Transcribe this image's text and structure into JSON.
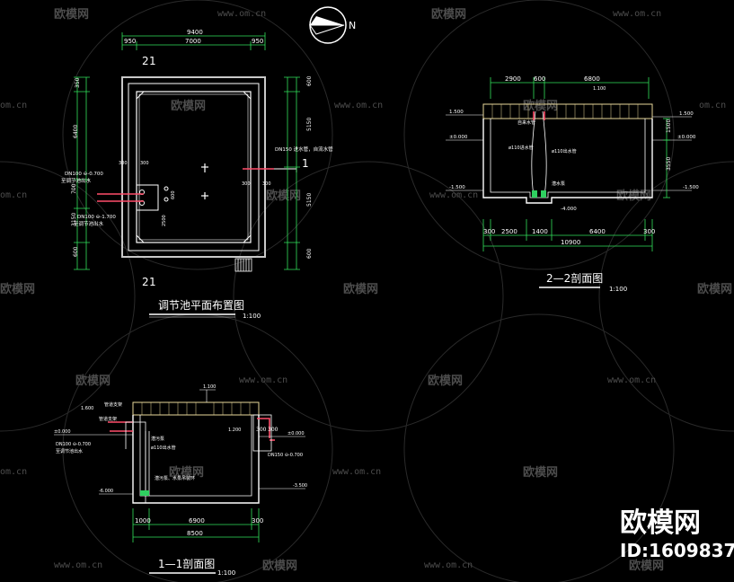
{
  "colors": {
    "background": "#000000",
    "outline": "#ffffff",
    "dimension": "#32e05a",
    "wall_outer": "#c9c9c9",
    "pipe": "#ff4d6a",
    "watermark": "#5a5a5a"
  },
  "watermark": {
    "brand": "欧模网",
    "url": "www.om.cn",
    "url_short": "om.cn",
    "big_brand": "欧模网",
    "id_label": "ID:1609837"
  },
  "north": {
    "label": "N"
  },
  "plan": {
    "title": "调节池平面布置图",
    "scale": "1:100",
    "section_mark_top": "2",
    "section_mark_bottom": "2",
    "section_mark_side": "1",
    "dims_top_total": "9400",
    "dims_top": [
      "950",
      "7000",
      "950"
    ],
    "dims_left": [
      "350",
      "6400",
      "700",
      "3150",
      "600"
    ],
    "dims_right": [
      "600",
      "5150",
      "5150",
      "600"
    ],
    "notes": [
      "DN100 ⊖-0.700",
      "至调节池出水",
      "DN100 ⊖-1.700",
      "至调节池出水",
      "DN150 进水管，自流水管"
    ],
    "inner_dims": [
      "300",
      "300",
      "600",
      "2500",
      "300",
      "300"
    ]
  },
  "section22": {
    "title": "2—2剖面图",
    "scale": "1:100",
    "dims_top": [
      "2900",
      "600",
      "6800"
    ],
    "dims_bottom": [
      "300",
      "2500",
      "1400",
      "6400",
      "300"
    ],
    "dims_bottom_total": "10900",
    "dims_right": [
      "1500",
      "3550"
    ],
    "levels": [
      "1.500",
      "±0.000",
      "-1.500",
      "1.500",
      "±0.000",
      "-1.500",
      "-4.000",
      "1.100"
    ],
    "notes": [
      "自来水管",
      "ø110进水管",
      "ø110出水管",
      "潜水泵"
    ]
  },
  "section11": {
    "title": "1—1剖面图",
    "scale": "1:100",
    "dims_bottom": [
      "1000",
      "6900",
      "300"
    ],
    "dims_bottom_total": "8500",
    "levels": [
      "1.100",
      "1.600",
      "±0.000",
      "-6.000",
      "±0.000",
      "-3.500",
      "1.200"
    ],
    "notes": [
      "管道支架",
      "管道支架",
      "DN100 ⊖-0.700",
      "至调节池出水",
      "潜污泵",
      "ø110出水管",
      "潜污泵、水泵吊装环",
      "DN150 ⊖-0.700"
    ]
  }
}
